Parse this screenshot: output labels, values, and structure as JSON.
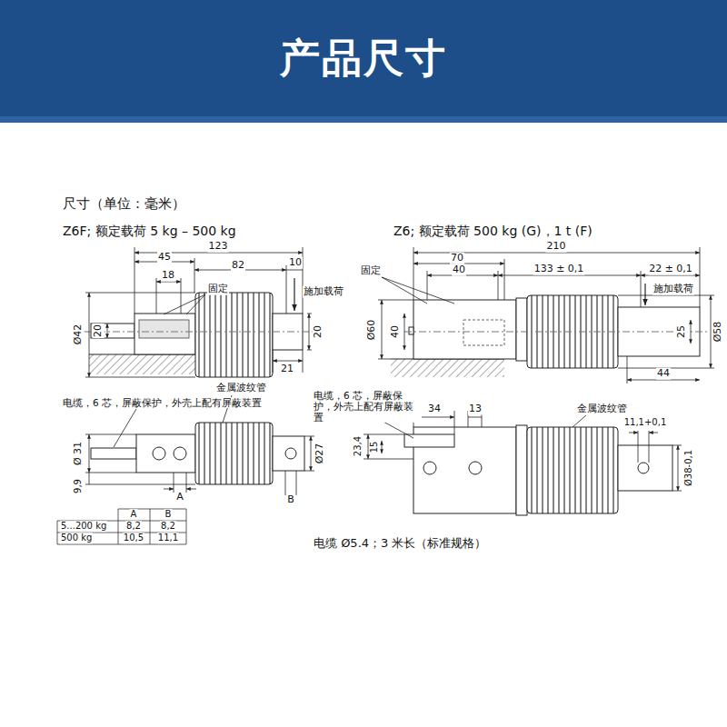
{
  "diagram": {
    "title": "产品尺寸",
    "labels": [
      "尺寸（单位：毫米）",
      "Z6F; 额定载荷 5 kg – 500 kg",
      "Z6; 额定载荷 500 kg (G)，1 t (F)",
      "123",
      "45",
      "82",
      "10",
      "18",
      "固定",
      "施加载荷",
      "Ø42",
      "20",
      "20",
      "21",
      "210",
      "70",
      "40",
      "133 ± 0,1",
      "22 ± 0,1",
      "固定",
      "施加载荷",
      "Ø60",
      "40",
      "25",
      "Ø58",
      "44",
      "电缆，6 芯，屏蔽保护，外壳上配有屏蔽装置",
      "金属波纹管",
      "Ø 31",
      "9,9",
      "A",
      "B",
      "Ø27",
      "A",
      "B",
      "5...200 kg",
      "8,2",
      "8,2",
      "500 kg",
      "10,5",
      "11,1",
      "电缆，6 芯，屏蔽保护，外壳上配有屏蔽装置",
      "34",
      "13",
      "23,4",
      "15",
      "金属波纹管",
      "11,1+0,1",
      "Ø38-0,1",
      "电缆 Ø5.4；3 米长（标准规格）"
    ]
  }
}
